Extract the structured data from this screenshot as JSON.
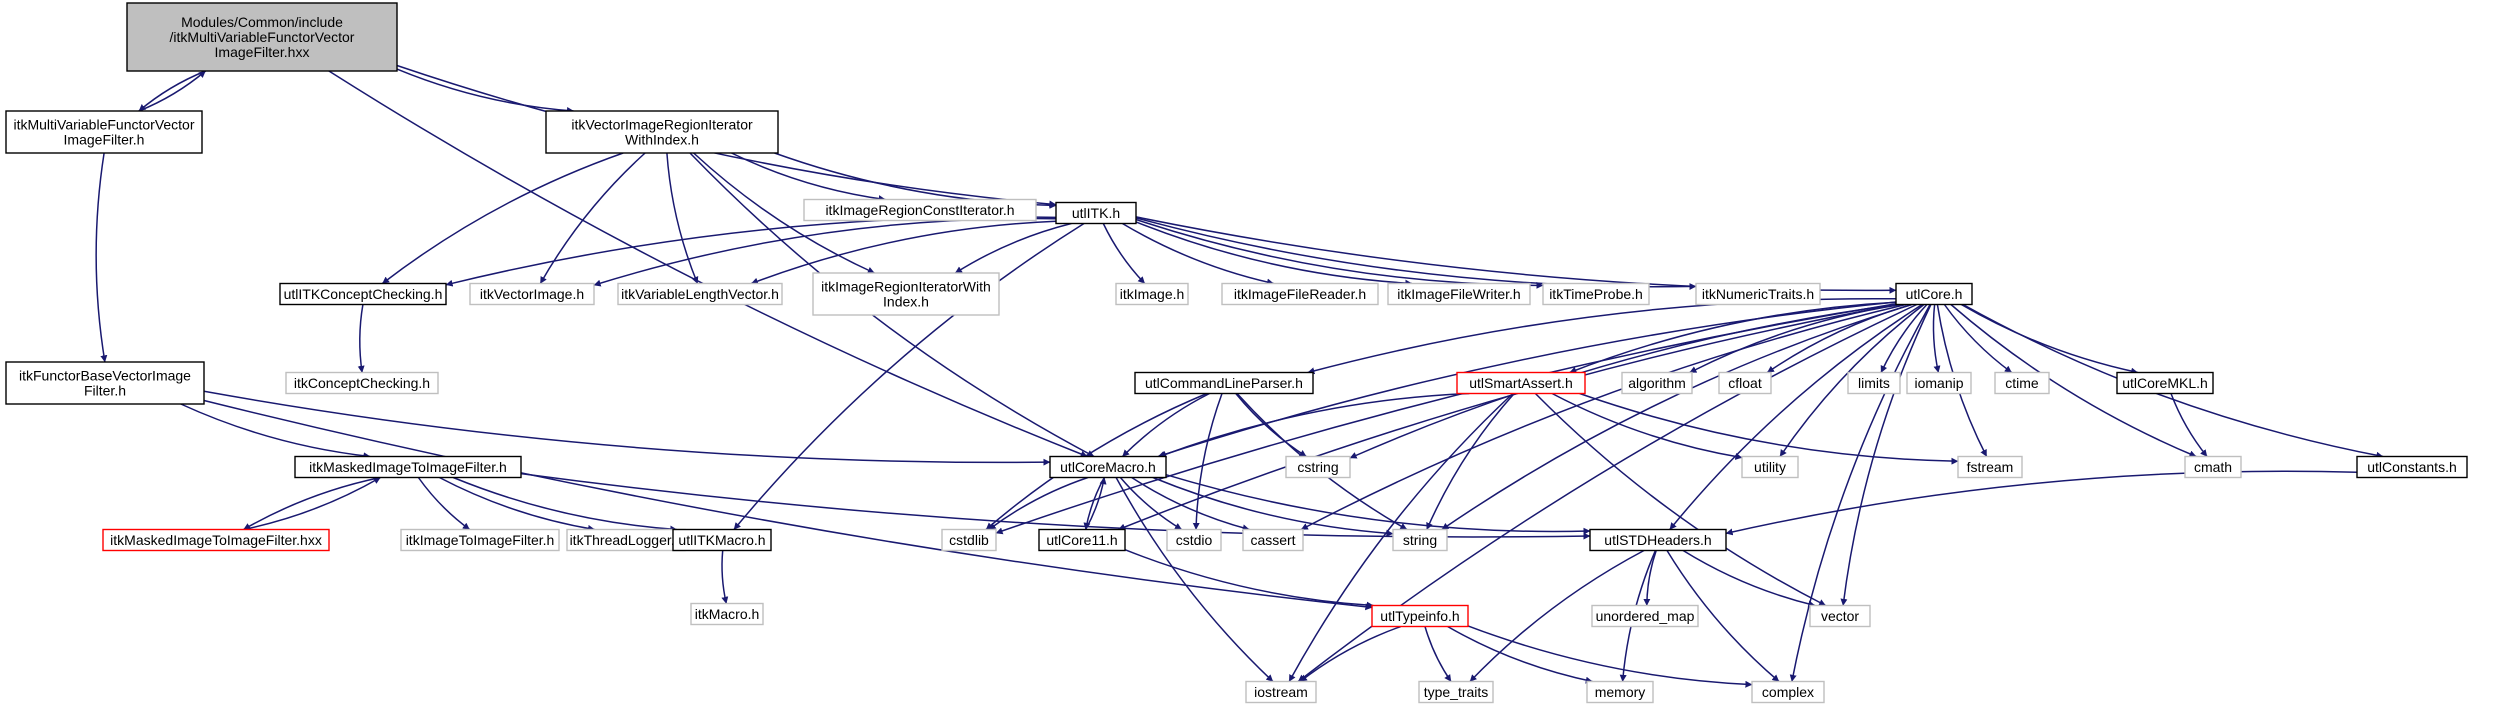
{
  "colors": {
    "edge": "#191970",
    "root_fill": "#bfbfbf",
    "border_normal": "#000000",
    "border_external": "#bfbfbf",
    "border_incomplete": "#ff0000"
  },
  "nodes": [
    {
      "id": "root",
      "kind": "root",
      "lines": [
        "Modules/Common/include",
        "/itkMultiVariableFunctorVector",
        "ImageFilter.hxx"
      ]
    },
    {
      "id": "mvf_h",
      "kind": "normal",
      "lines": [
        "itkMultiVariableFunctorVector",
        "ImageFilter.h"
      ]
    },
    {
      "id": "vir_idx",
      "kind": "normal",
      "lines": [
        "itkVectorImageRegionIterator",
        "WithIndex.h"
      ]
    },
    {
      "id": "otbitk",
      "kind": "normal",
      "lines": [
        "utlITK.h"
      ]
    },
    {
      "id": "irci",
      "kind": "external",
      "lines": [
        "itkImageRegionConstIterator.h"
      ]
    },
    {
      "id": "itkconcept_u",
      "kind": "normal",
      "lines": [
        "utlITKConceptChecking.h"
      ]
    },
    {
      "id": "vecimg",
      "kind": "external",
      "lines": [
        "itkVectorImage.h"
      ]
    },
    {
      "id": "varlen",
      "kind": "external",
      "lines": [
        "itkVariableLengthVector.h"
      ]
    },
    {
      "id": "iriwi",
      "kind": "external",
      "lines": [
        "itkImageRegionIteratorWith",
        "Index.h"
      ]
    },
    {
      "id": "itkimage",
      "kind": "external",
      "lines": [
        "itkImage.h"
      ]
    },
    {
      "id": "ifr",
      "kind": "external",
      "lines": [
        "itkImageFileReader.h"
      ]
    },
    {
      "id": "ifw",
      "kind": "external",
      "lines": [
        "itkImageFileWriter.h"
      ]
    },
    {
      "id": "probe",
      "kind": "external",
      "lines": [
        "itkTimeProbe.h"
      ]
    },
    {
      "id": "numtraits",
      "kind": "external",
      "lines": [
        "itkNumericTraits.h"
      ]
    },
    {
      "id": "utlcore",
      "kind": "normal",
      "lines": [
        "utlCore.h"
      ]
    },
    {
      "id": "conceptchk",
      "kind": "external",
      "lines": [
        "itkConceptChecking.h"
      ]
    },
    {
      "id": "fbvif",
      "kind": "normal",
      "lines": [
        "itkFunctorBaseVectorImage",
        "Filter.h"
      ]
    },
    {
      "id": "clp",
      "kind": "normal",
      "lines": [
        "utlCommandLineParser.h"
      ]
    },
    {
      "id": "smartassert",
      "kind": "incomplete",
      "lines": [
        "utlSmartAssert.h"
      ]
    },
    {
      "id": "algorithm",
      "kind": "external",
      "lines": [
        "algorithm"
      ]
    },
    {
      "id": "cfloat",
      "kind": "external",
      "lines": [
        "cfloat"
      ]
    },
    {
      "id": "limits",
      "kind": "external",
      "lines": [
        "limits"
      ]
    },
    {
      "id": "iomanip",
      "kind": "external",
      "lines": [
        "iomanip"
      ]
    },
    {
      "id": "ctime",
      "kind": "external",
      "lines": [
        "ctime"
      ]
    },
    {
      "id": "coremkl",
      "kind": "normal",
      "lines": [
        "utlCoreMKL.h"
      ]
    },
    {
      "id": "mitif_h",
      "kind": "normal",
      "lines": [
        "itkMaskedImageToImageFilter.h"
      ]
    },
    {
      "id": "coremacro",
      "kind": "normal",
      "lines": [
        "utlCoreMacro.h"
      ]
    },
    {
      "id": "cstring",
      "kind": "external",
      "lines": [
        "cstring"
      ]
    },
    {
      "id": "utility",
      "kind": "external",
      "lines": [
        "utility"
      ]
    },
    {
      "id": "fstream",
      "kind": "external",
      "lines": [
        "fstream"
      ]
    },
    {
      "id": "cmath",
      "kind": "external",
      "lines": [
        "cmath"
      ]
    },
    {
      "id": "constants",
      "kind": "normal",
      "lines": [
        "utlConstants.h"
      ]
    },
    {
      "id": "mitif_hxx",
      "kind": "incomplete",
      "lines": [
        "itkMaskedImageToImageFilter.hxx"
      ]
    },
    {
      "id": "itif",
      "kind": "external",
      "lines": [
        "itkImageToImageFilter.h"
      ]
    },
    {
      "id": "tlogger",
      "kind": "external",
      "lines": [
        "itkThreadLogger.h"
      ]
    },
    {
      "id": "itkmacro_u",
      "kind": "normal",
      "lines": [
        "utlITKMacro.h"
      ]
    },
    {
      "id": "cstdlib",
      "kind": "external",
      "lines": [
        "cstdlib"
      ]
    },
    {
      "id": "core11",
      "kind": "normal",
      "lines": [
        "utlCore11.h"
      ]
    },
    {
      "id": "cstdio",
      "kind": "external",
      "lines": [
        "cstdio"
      ]
    },
    {
      "id": "cassert",
      "kind": "external",
      "lines": [
        "cassert"
      ]
    },
    {
      "id": "string",
      "kind": "external",
      "lines": [
        "string"
      ]
    },
    {
      "id": "stdheaders",
      "kind": "normal",
      "lines": [
        "utlSTDHeaders.h"
      ]
    },
    {
      "id": "umap",
      "kind": "external",
      "lines": [
        "unordered_map"
      ]
    },
    {
      "id": "vector",
      "kind": "external",
      "lines": [
        "vector"
      ]
    },
    {
      "id": "itkmacro",
      "kind": "external",
      "lines": [
        "itkMacro.h"
      ]
    },
    {
      "id": "typeinfo",
      "kind": "incomplete",
      "lines": [
        "utlTypeinfo.h"
      ]
    },
    {
      "id": "iostream",
      "kind": "external",
      "lines": [
        "iostream"
      ]
    },
    {
      "id": "ttraits",
      "kind": "external",
      "lines": [
        "type_traits"
      ]
    },
    {
      "id": "memory",
      "kind": "external",
      "lines": [
        "memory"
      ]
    },
    {
      "id": "complex",
      "kind": "external",
      "lines": [
        "complex"
      ]
    }
  ],
  "edges": [
    [
      "root",
      "mvf_h"
    ],
    [
      "root",
      "vir_idx"
    ],
    [
      "root",
      "otbitk"
    ],
    [
      "root",
      "coremacro"
    ],
    [
      "mvf_h",
      "root"
    ],
    [
      "mvf_h",
      "fbvif"
    ],
    [
      "vir_idx",
      "irci"
    ],
    [
      "vir_idx",
      "itkconcept_u"
    ],
    [
      "vir_idx",
      "vecimg"
    ],
    [
      "vir_idx",
      "varlen"
    ],
    [
      "vir_idx",
      "iriwi"
    ],
    [
      "vir_idx",
      "otbitk"
    ],
    [
      "vir_idx",
      "coremacro"
    ],
    [
      "otbitk",
      "itkconcept_u"
    ],
    [
      "otbitk",
      "vecimg"
    ],
    [
      "otbitk",
      "varlen"
    ],
    [
      "otbitk",
      "iriwi"
    ],
    [
      "otbitk",
      "itkimage"
    ],
    [
      "otbitk",
      "ifr"
    ],
    [
      "otbitk",
      "ifw"
    ],
    [
      "otbitk",
      "probe"
    ],
    [
      "otbitk",
      "numtraits"
    ],
    [
      "otbitk",
      "utlcore"
    ],
    [
      "otbitk",
      "itkmacro_u"
    ],
    [
      "itkconcept_u",
      "conceptchk"
    ],
    [
      "fbvif",
      "mitif_h"
    ],
    [
      "fbvif",
      "coremacro"
    ],
    [
      "fbvif",
      "typeinfo"
    ],
    [
      "utlcore",
      "clp"
    ],
    [
      "utlcore",
      "smartassert"
    ],
    [
      "utlcore",
      "algorithm"
    ],
    [
      "utlcore",
      "cfloat"
    ],
    [
      "utlcore",
      "limits"
    ],
    [
      "utlcore",
      "iomanip"
    ],
    [
      "utlcore",
      "ctime"
    ],
    [
      "utlcore",
      "coremkl"
    ],
    [
      "utlcore",
      "coremacro"
    ],
    [
      "utlcore",
      "cstring"
    ],
    [
      "utlcore",
      "utility"
    ],
    [
      "utlcore",
      "fstream"
    ],
    [
      "utlcore",
      "cmath"
    ],
    [
      "utlcore",
      "constants"
    ],
    [
      "utlcore",
      "cstdlib"
    ],
    [
      "utlcore",
      "core11"
    ],
    [
      "utlcore",
      "cassert"
    ],
    [
      "utlcore",
      "string"
    ],
    [
      "utlcore",
      "stdheaders"
    ],
    [
      "utlcore",
      "vector"
    ],
    [
      "utlcore",
      "iostream"
    ],
    [
      "utlcore",
      "complex"
    ],
    [
      "clp",
      "coremacro"
    ],
    [
      "clp",
      "cstring"
    ],
    [
      "clp",
      "cstdlib"
    ],
    [
      "clp",
      "cstdio"
    ],
    [
      "clp",
      "string"
    ],
    [
      "smartassert",
      "coremacro"
    ],
    [
      "smartassert",
      "utility"
    ],
    [
      "smartassert",
      "fstream"
    ],
    [
      "smartassert",
      "string"
    ],
    [
      "smartassert",
      "vector"
    ],
    [
      "smartassert",
      "iostream"
    ],
    [
      "coremkl",
      "cmath"
    ],
    [
      "mitif_h",
      "mitif_hxx"
    ],
    [
      "mitif_h",
      "itif"
    ],
    [
      "mitif_h",
      "tlogger"
    ],
    [
      "mitif_h",
      "itkmacro_u"
    ],
    [
      "mitif_h",
      "stdheaders"
    ],
    [
      "mitif_hxx",
      "mitif_h"
    ],
    [
      "coremacro",
      "cstdlib"
    ],
    [
      "coremacro",
      "core11"
    ],
    [
      "coremacro",
      "cstdio"
    ],
    [
      "coremacro",
      "cassert"
    ],
    [
      "coremacro",
      "string"
    ],
    [
      "coremacro",
      "stdheaders"
    ],
    [
      "coremacro",
      "iostream"
    ],
    [
      "core11",
      "coremacro"
    ],
    [
      "core11",
      "typeinfo"
    ],
    [
      "constants",
      "stdheaders"
    ],
    [
      "itkmacro_u",
      "itkmacro"
    ],
    [
      "stdheaders",
      "umap"
    ],
    [
      "stdheaders",
      "vector"
    ],
    [
      "stdheaders",
      "ttraits"
    ],
    [
      "stdheaders",
      "memory"
    ],
    [
      "stdheaders",
      "complex"
    ],
    [
      "typeinfo",
      "iostream"
    ],
    [
      "typeinfo",
      "ttraits"
    ],
    [
      "typeinfo",
      "memory"
    ],
    [
      "typeinfo",
      "complex"
    ]
  ]
}
